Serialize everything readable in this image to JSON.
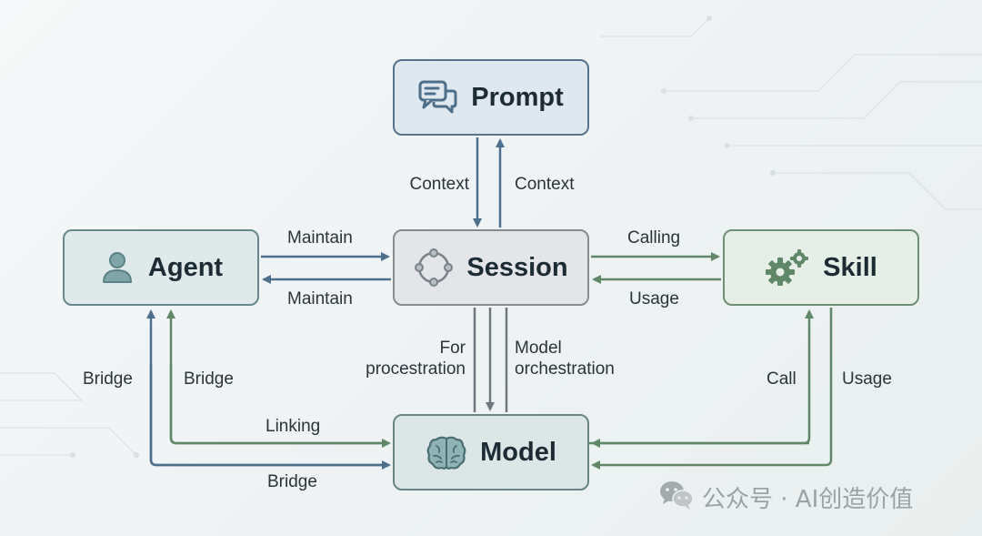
{
  "nodes": {
    "prompt": "Prompt",
    "agent": "Agent",
    "session": "Session",
    "skill": "Skill",
    "model": "Model"
  },
  "edges": {
    "session_to_prompt": "Context",
    "prompt_to_session": "Context",
    "agent_to_session": "Maintain",
    "session_to_agent": "Maintain",
    "session_to_skill": "Calling",
    "skill_to_session": "Usage",
    "session_for_processtration": "For\nprocestration",
    "session_model_orchestration": "Model\norchestration",
    "agent_left_bridge": "Bridge",
    "agent_right_bridge": "Bridge",
    "agent_model_linking": "Linking",
    "agent_model_bridge": "Bridge",
    "skill_call": "Call",
    "skill_usage": "Usage"
  },
  "watermark": {
    "text": "公众号 · AI创造价值",
    "icon": "wechat-icon"
  },
  "colors": {
    "blue": "#4d6f8b",
    "gray": "#6f777e",
    "green": "#5f8768",
    "teal": "#5a8185"
  }
}
